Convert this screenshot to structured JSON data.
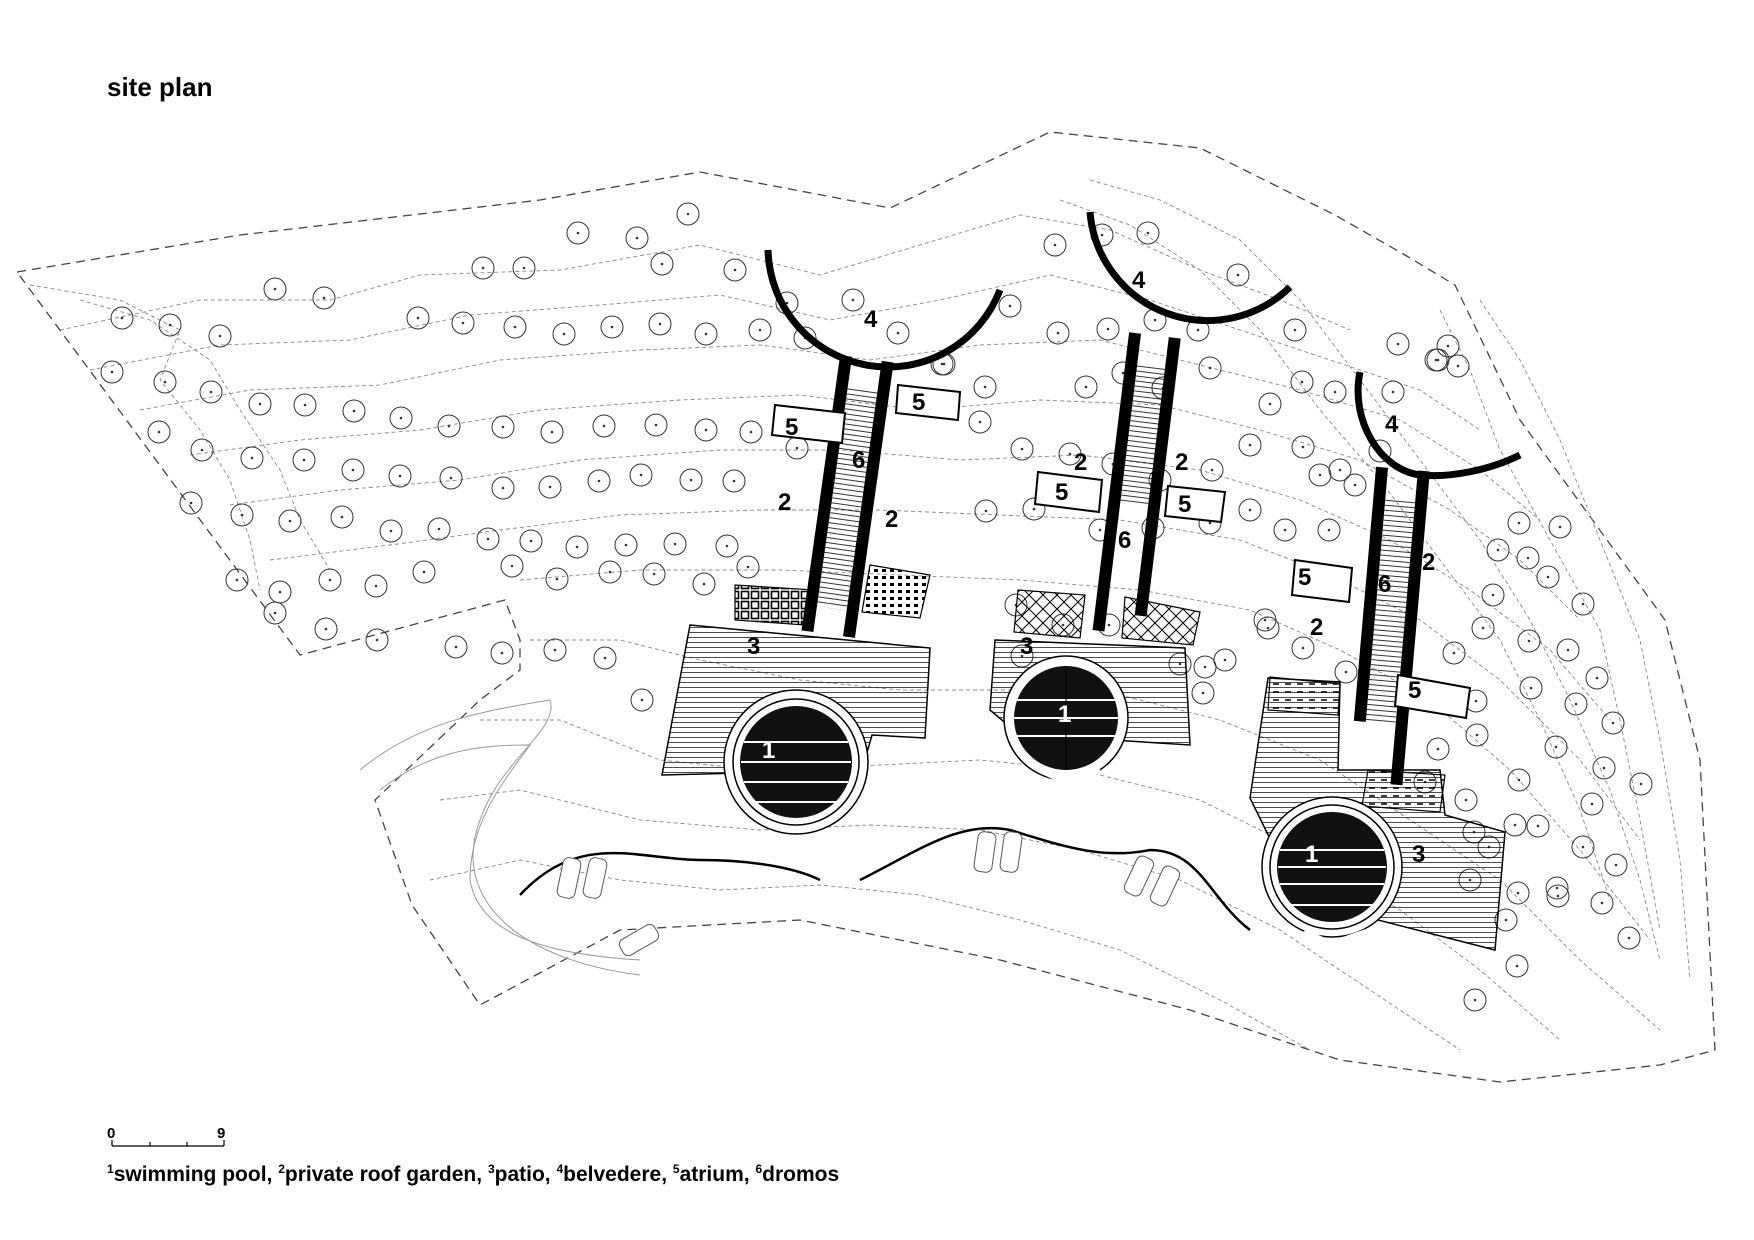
{
  "title": "site plan",
  "scale": {
    "start": "0",
    "end": "9"
  },
  "legend": [
    {
      "num": "1",
      "text": "swimming pool, "
    },
    {
      "num": "2",
      "text": "private roof garden, "
    },
    {
      "num": "3",
      "text": "patio, "
    },
    {
      "num": "4",
      "text": "belvedere, "
    },
    {
      "num": "5",
      "text": "atrium, "
    },
    {
      "num": "6",
      "text": "dromos"
    }
  ],
  "labels": {
    "pool": "1",
    "garden": "2",
    "patio": "3",
    "belvedere": "4",
    "atrium": "5",
    "dromos": "6"
  },
  "colors": {
    "ink": "#000000",
    "paper": "#ffffff",
    "contour": "#777777"
  }
}
